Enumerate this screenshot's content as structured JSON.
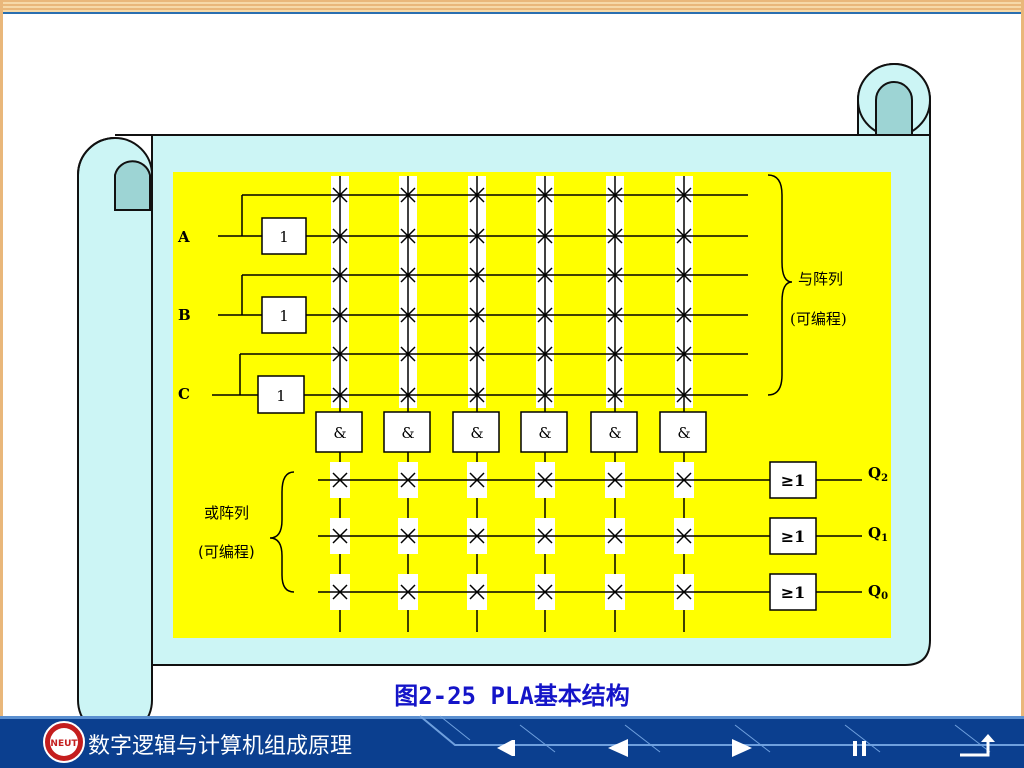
{
  "diagram": {
    "caption": "图2-25   PLA基本结构",
    "inputs": [
      "A",
      "B",
      "C"
    ],
    "inverter_label": "1",
    "and_gate_label": "&",
    "or_gate_label": "≥1",
    "outputs": [
      {
        "main": "Q",
        "sub": "2"
      },
      {
        "main": "Q",
        "sub": "1"
      },
      {
        "main": "Q",
        "sub": "0"
      }
    ],
    "and_array_label": [
      "与阵列",
      "(可编程)"
    ],
    "or_array_label": [
      "或阵列",
      "(可编程)"
    ]
  },
  "footer": {
    "course_title": "数字逻辑与计算机组成原理",
    "logo_text": "NEUT"
  },
  "nav": {
    "buttons": [
      "first",
      "prev",
      "next",
      "pause",
      "return"
    ]
  },
  "colors": {
    "diagram_bg": "#ffff00",
    "scroll_fill": "#ccf5f5",
    "caption": "#1414c8",
    "footer_bg": "#0b3f8f"
  }
}
